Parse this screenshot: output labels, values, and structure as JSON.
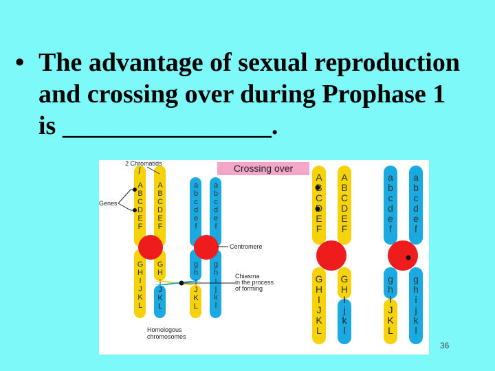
{
  "bullet": {
    "symbol": "•",
    "lines": [
      "The advantage of sexual reproduction",
      "and crossing over during Prophase 1",
      "is ________________."
    ]
  },
  "diagram": {
    "labels": {
      "two_chromatids": "2 Chromatids",
      "crossing_over": "Crossing over",
      "genes": "Genes",
      "centromere": "Centromere",
      "chiasma": [
        "Chiasma",
        "in the process",
        "of forming"
      ],
      "homologous": [
        "Homologous",
        "chromosomes"
      ]
    },
    "colors": {
      "yellow": "#f5d20a",
      "blue": "#1aa9e0",
      "red": "#ee1c1c",
      "label_box": "#f4a6c8"
    },
    "gene_letters": {
      "upper_top": [
        "A",
        "B",
        "C",
        "D",
        "E",
        "F"
      ],
      "upper_bottom": [
        "G",
        "H",
        "I",
        "J",
        "K",
        "L"
      ],
      "lower_top": [
        "a",
        "b",
        "c",
        "d",
        "e",
        "f"
      ],
      "lower_bottom": [
        "g",
        "h",
        "i",
        "j",
        "k",
        "l"
      ]
    }
  },
  "slide_number": "36"
}
